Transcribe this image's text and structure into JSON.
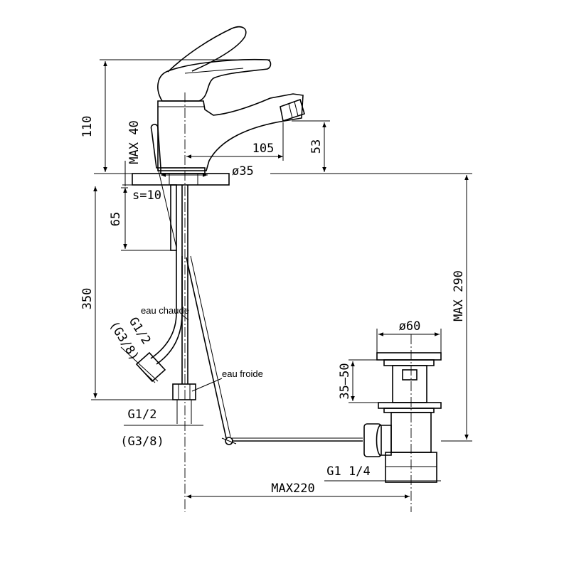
{
  "dimensions": {
    "height_total": "110",
    "max_deck": "MAX 40",
    "spout_reach": "105",
    "spout_height": "53",
    "base_diameter": "ø35",
    "deck_thickness": "s=10",
    "shank_length": "65",
    "hose_length": "350",
    "max_height_waste": "MAX 290",
    "waste_diameter": "ø60",
    "waste_adjust": "35–50",
    "hot_thread": "G1/2",
    "hot_thread_alt": "(G3/8)",
    "cold_thread": "G1/2",
    "cold_thread_alt": "(G3/8)",
    "waste_thread": "G1  1/4",
    "max_reach_waste": "MAX220"
  },
  "labels": {
    "hot_water": "eau chaude",
    "cold_water": "eau froide"
  }
}
